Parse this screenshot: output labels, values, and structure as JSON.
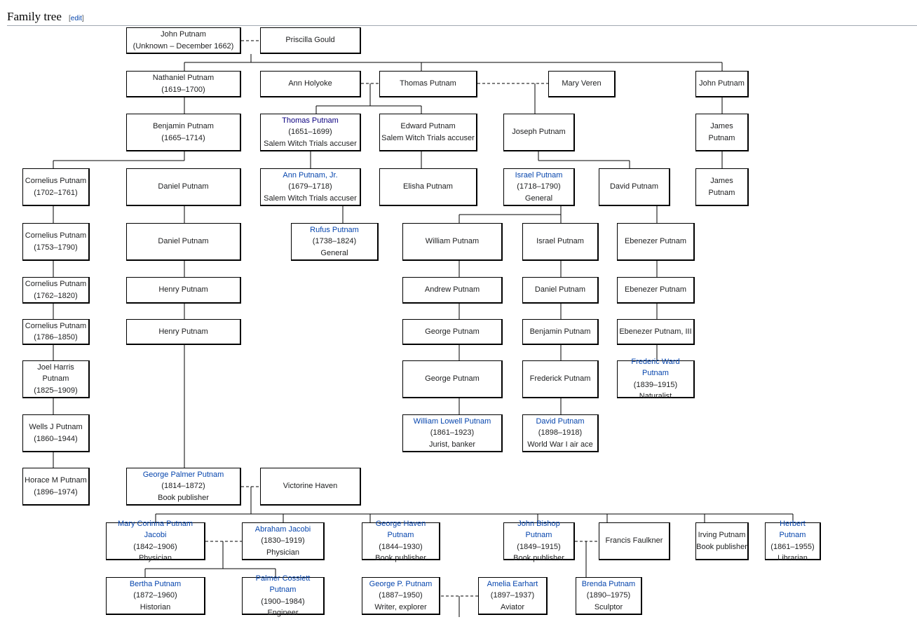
{
  "section": {
    "title": "Family tree",
    "edit_label": "edit"
  },
  "colors": {
    "link": "#0645ad",
    "visited": "#0b0080",
    "text": "#202122",
    "line": "#000000"
  },
  "people": {
    "john_putnam_sr": {
      "name": "John Putnam",
      "details": [
        "(Unknown – December 1662)"
      ]
    },
    "priscilla_gould": {
      "name": "Priscilla Gould",
      "details": []
    },
    "nathaniel_putnam": {
      "name": "Nathaniel Putnam",
      "details": [
        "(1619–1700)"
      ]
    },
    "ann_holyoke": {
      "name": "Ann Holyoke",
      "details": []
    },
    "thomas_putnam_sr": {
      "name": "Thomas Putnam",
      "details": []
    },
    "mary_veren": {
      "name": "Mary Veren",
      "details": []
    },
    "john_putnam_jr": {
      "name": "John Putnam",
      "details": []
    },
    "benjamin_putnam_1665": {
      "name": "Benjamin Putnam",
      "details": [
        "(1665–1714)"
      ]
    },
    "thomas_putnam_1651": {
      "name": "Thomas Putnam",
      "details": [
        "(1651–1699)",
        "Salem Witch Trials accuser"
      ],
      "link": "visited"
    },
    "edward_putnam": {
      "name": "Edward Putnam",
      "details": [
        "Salem Witch Trials accuser"
      ]
    },
    "joseph_putnam": {
      "name": "Joseph Putnam",
      "details": []
    },
    "james_putnam_1": {
      "name": "James Putnam",
      "details": []
    },
    "cornelius_1702": {
      "name": "Cornelius Putnam",
      "details": [
        "(1702–1761)"
      ]
    },
    "daniel_putnam_1": {
      "name": "Daniel Putnam",
      "details": []
    },
    "ann_putnam_jr": {
      "name": "Ann Putnam, Jr.",
      "details": [
        "(1679–1718)",
        "Salem Witch Trials accuser"
      ],
      "link": "link"
    },
    "elisha_putnam": {
      "name": "Elisha Putnam",
      "details": []
    },
    "israel_putnam_1718": {
      "name": "Israel Putnam",
      "details": [
        "(1718–1790)",
        "General"
      ],
      "link": "link"
    },
    "david_putnam_1": {
      "name": "David Putnam",
      "details": []
    },
    "james_putnam_2": {
      "name": "James Putnam",
      "details": []
    },
    "cornelius_1753": {
      "name": "Cornelius Putnam",
      "details": [
        "(1753–1790)"
      ]
    },
    "daniel_putnam_2": {
      "name": "Daniel Putnam",
      "details": []
    },
    "rufus_putnam": {
      "name": "Rufus Putnam",
      "details": [
        "(1738–1824)",
        "General"
      ],
      "link": "link"
    },
    "william_putnam": {
      "name": "William Putnam",
      "details": []
    },
    "israel_putnam_2": {
      "name": "Israel Putnam",
      "details": []
    },
    "ebenezer_1": {
      "name": "Ebenezer Putnam",
      "details": []
    },
    "cornelius_1762": {
      "name": "Cornelius Putnam",
      "details": [
        "(1762–1820)"
      ]
    },
    "henry_putnam_1": {
      "name": "Henry Putnam",
      "details": []
    },
    "andrew_putnam": {
      "name": "Andrew Putnam",
      "details": []
    },
    "daniel_putnam_3": {
      "name": "Daniel Putnam",
      "details": []
    },
    "ebenezer_2": {
      "name": "Ebenezer Putnam",
      "details": []
    },
    "cornelius_1786": {
      "name": "Cornelius Putnam",
      "details": [
        "(1786–1850)"
      ]
    },
    "henry_putnam_2": {
      "name": "Henry Putnam",
      "details": []
    },
    "george_putnam_1": {
      "name": "George Putnam",
      "details": []
    },
    "benjamin_putnam_2": {
      "name": "Benjamin Putnam",
      "details": []
    },
    "ebenezer_3": {
      "name": "Ebenezer Putnam, III",
      "details": []
    },
    "joel_harris": {
      "name": "Joel Harris Putnam",
      "details": [
        "(1825–1909)"
      ]
    },
    "george_putnam_2": {
      "name": "George Putnam",
      "details": []
    },
    "frederick_putnam": {
      "name": "Frederick Putnam",
      "details": []
    },
    "frederic_ward": {
      "name": "Frederic Ward Putnam",
      "details": [
        "(1839–1915)",
        "Naturalist"
      ],
      "link": "link"
    },
    "wells_j": {
      "name": "Wells J Putnam",
      "details": [
        "(1860–1944)"
      ]
    },
    "william_lowell": {
      "name": "William Lowell Putnam",
      "details": [
        "(1861–1923)",
        "Jurist, banker"
      ],
      "link": "link"
    },
    "david_putnam_1898": {
      "name": "David Putnam",
      "details": [
        "(1898–1918)",
        "World War I air ace"
      ],
      "link": "link"
    },
    "horace_m": {
      "name": "Horace M Putnam",
      "details": [
        "(1896–1974)"
      ]
    },
    "george_palmer": {
      "name": "George Palmer Putnam",
      "details": [
        "(1814–1872)",
        "Book publisher"
      ],
      "link": "link"
    },
    "victorine_haven": {
      "name": "Victorine Haven",
      "details": []
    },
    "mary_corinna": {
      "name": "Mary Corinna Putnam Jacobi",
      "details": [
        "(1842–1906)",
        "Physician"
      ],
      "link": "link"
    },
    "abraham_jacobi": {
      "name": "Abraham Jacobi",
      "details": [
        "(1830–1919)",
        "Physician"
      ],
      "link": "link"
    },
    "george_haven": {
      "name": "George Haven Putnam",
      "details": [
        "(1844–1930)",
        "Book publisher"
      ],
      "link": "link"
    },
    "john_bishop": {
      "name": "John Bishop Putnam",
      "details": [
        "(1849–1915)",
        "Book publisher"
      ],
      "link": "link"
    },
    "francis_faulkner": {
      "name": "Francis Faulkner",
      "details": []
    },
    "irving_putnam": {
      "name": "Irving Putnam",
      "details": [
        "Book publisher"
      ]
    },
    "herbert_putnam": {
      "name": "Herbert Putnam",
      "details": [
        "(1861–1955)",
        "Librarian"
      ],
      "link": "link"
    },
    "bertha_putnam": {
      "name": "Bertha Putnam",
      "details": [
        "(1872–1960)",
        "Historian"
      ],
      "link": "link"
    },
    "palmer_cosslett": {
      "name": "Palmer Cosslett Putnam",
      "details": [
        "(1900–1984)",
        "Engineer"
      ],
      "link": "link"
    },
    "george_p": {
      "name": "George P. Putnam",
      "details": [
        "(1887–1950)",
        "Writer, explorer"
      ],
      "link": "link"
    },
    "amelia_earhart": {
      "name": "Amelia Earhart",
      "details": [
        "(1897–1937)",
        "Aviator"
      ],
      "link": "link"
    },
    "brenda_putnam": {
      "name": "Brenda Putnam",
      "details": [
        "(1890–1975)",
        "Sculptor"
      ],
      "link": "link"
    }
  }
}
